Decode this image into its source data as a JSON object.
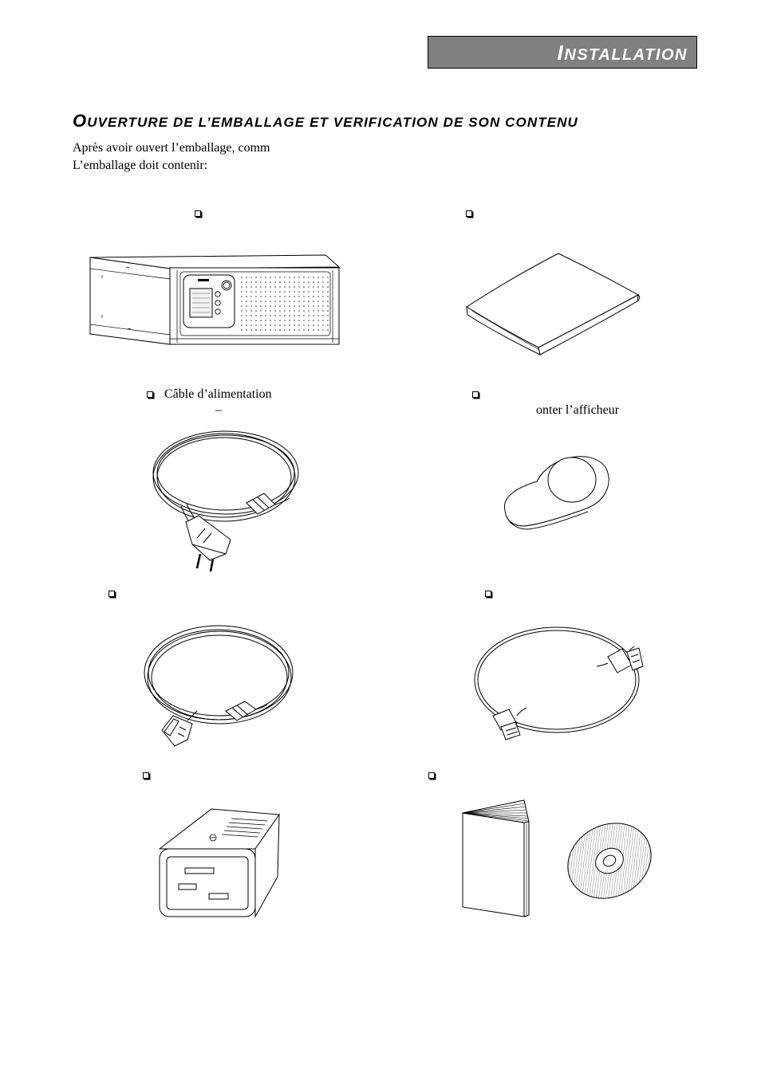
{
  "header": {
    "title": "INSTALLATION"
  },
  "section": {
    "heading": "OUVERTURE DE L’EMBALLAGE ET VERIFICATION DE SON CONTENU"
  },
  "intro": {
    "line1": "Après avoir ouvert l’emballage, comm",
    "line2": "L’emballage doit contenir:"
  },
  "items": {
    "power_cable": {
      "label": "Câble d’alimentation",
      "note": "–"
    },
    "display": {
      "label": "onter l’afficheur"
    }
  },
  "colors": {
    "header_bg": "#808080",
    "header_text": "#ffffff",
    "ink": "#000000"
  }
}
